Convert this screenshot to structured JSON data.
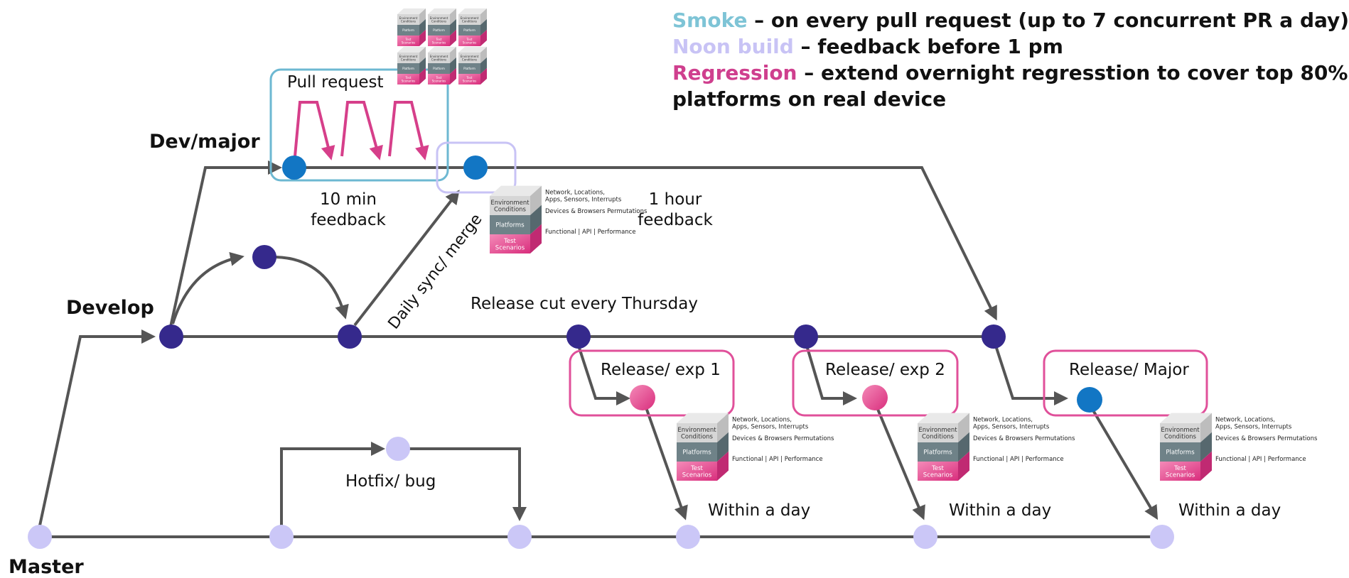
{
  "colors": {
    "line": "#555555",
    "smoke": "#7ec4d6",
    "noon": "#c8c3f5",
    "regression": "#cf3f8e",
    "box_blue": "#6db8d2",
    "box_pink": "#e0509a",
    "node_blue": "#1276c4",
    "node_navy": "#35298c",
    "node_pink": "#ea4a8c",
    "node_lavender": "#cbc7f7"
  },
  "legend": {
    "smoke_keyword": "Smoke",
    "smoke_text": " – on every pull request (up to 7 concurrent PR a day)",
    "noon_keyword": "Noon build",
    "noon_text": " – feedback before 1 pm",
    "regression_keyword": "Regression",
    "regression_text": " – extend overnight regresstion to cover top 80%",
    "regression_text_line2": "platforms on real device"
  },
  "branches": {
    "dev_major": "Dev/major",
    "develop": "Develop",
    "master": "Master"
  },
  "labels": {
    "pull_request": "Pull request",
    "ten_min": "10 min",
    "ten_min_2": "feedback",
    "one_hour": "1 hour",
    "one_hour_2": "feedback",
    "daily_sync": "Daily sync/ merge",
    "release_cut": "Release cut every Thursday",
    "hotfix": "Hotfix/ bug",
    "release_exp1": "Release/ exp 1",
    "release_exp2": "Release/ exp 2",
    "release_major": "Release/ Major",
    "within_1": "Within a day",
    "within_2": "Within a day",
    "within_3": "Within a day"
  },
  "stack": {
    "top": "Environment Conditions",
    "mid": "Platforms",
    "bot": "Test Scenarios",
    "side1a": "Network, Locations,",
    "side1b": "Apps, Sensors, Interrupts",
    "side2": "Devices & Browsers Permutations",
    "side3": "Functional | API | Performance"
  },
  "mini_stack": {
    "top": "Environment Conditions",
    "mid": "Platform",
    "bot": "Test Scenarios"
  }
}
